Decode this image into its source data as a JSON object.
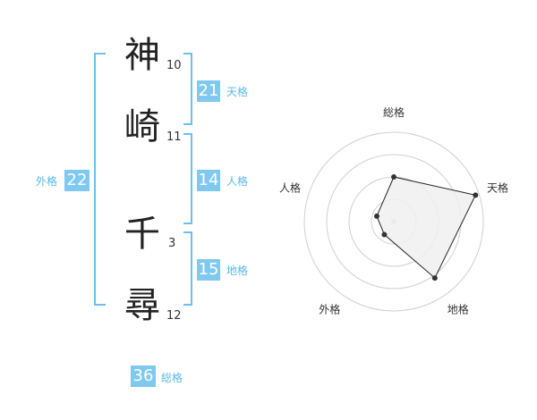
{
  "name": {
    "chars": [
      {
        "char": "神",
        "strokes": "10"
      },
      {
        "char": "崎",
        "strokes": "11"
      },
      {
        "char": "千",
        "strokes": "3"
      },
      {
        "char": "尋",
        "strokes": "12"
      }
    ]
  },
  "fortunes": {
    "tenkaku": {
      "value": "21",
      "label": "天格"
    },
    "jinkaku": {
      "value": "14",
      "label": "人格"
    },
    "chikaku": {
      "value": "15",
      "label": "地格"
    },
    "gaikaku": {
      "value": "22",
      "label": "外格"
    },
    "soukaku": {
      "value": "36",
      "label": "総格"
    }
  },
  "chart_data": {
    "type": "radar",
    "axes": [
      "総格",
      "天格",
      "地格",
      "外格",
      "人格"
    ],
    "values": [
      2.5,
      4.8,
      3.9,
      0.9,
      1.0
    ],
    "range": [
      0,
      5
    ],
    "rings": 4,
    "colors": {
      "fill": "#f0f0f0",
      "stroke": "#222222",
      "grid": "#d0d0d0",
      "point": "#333333"
    }
  },
  "colors": {
    "accent": "#7fc8f0",
    "bracket": "#6cc0ee",
    "label": "#5bb8ea"
  }
}
